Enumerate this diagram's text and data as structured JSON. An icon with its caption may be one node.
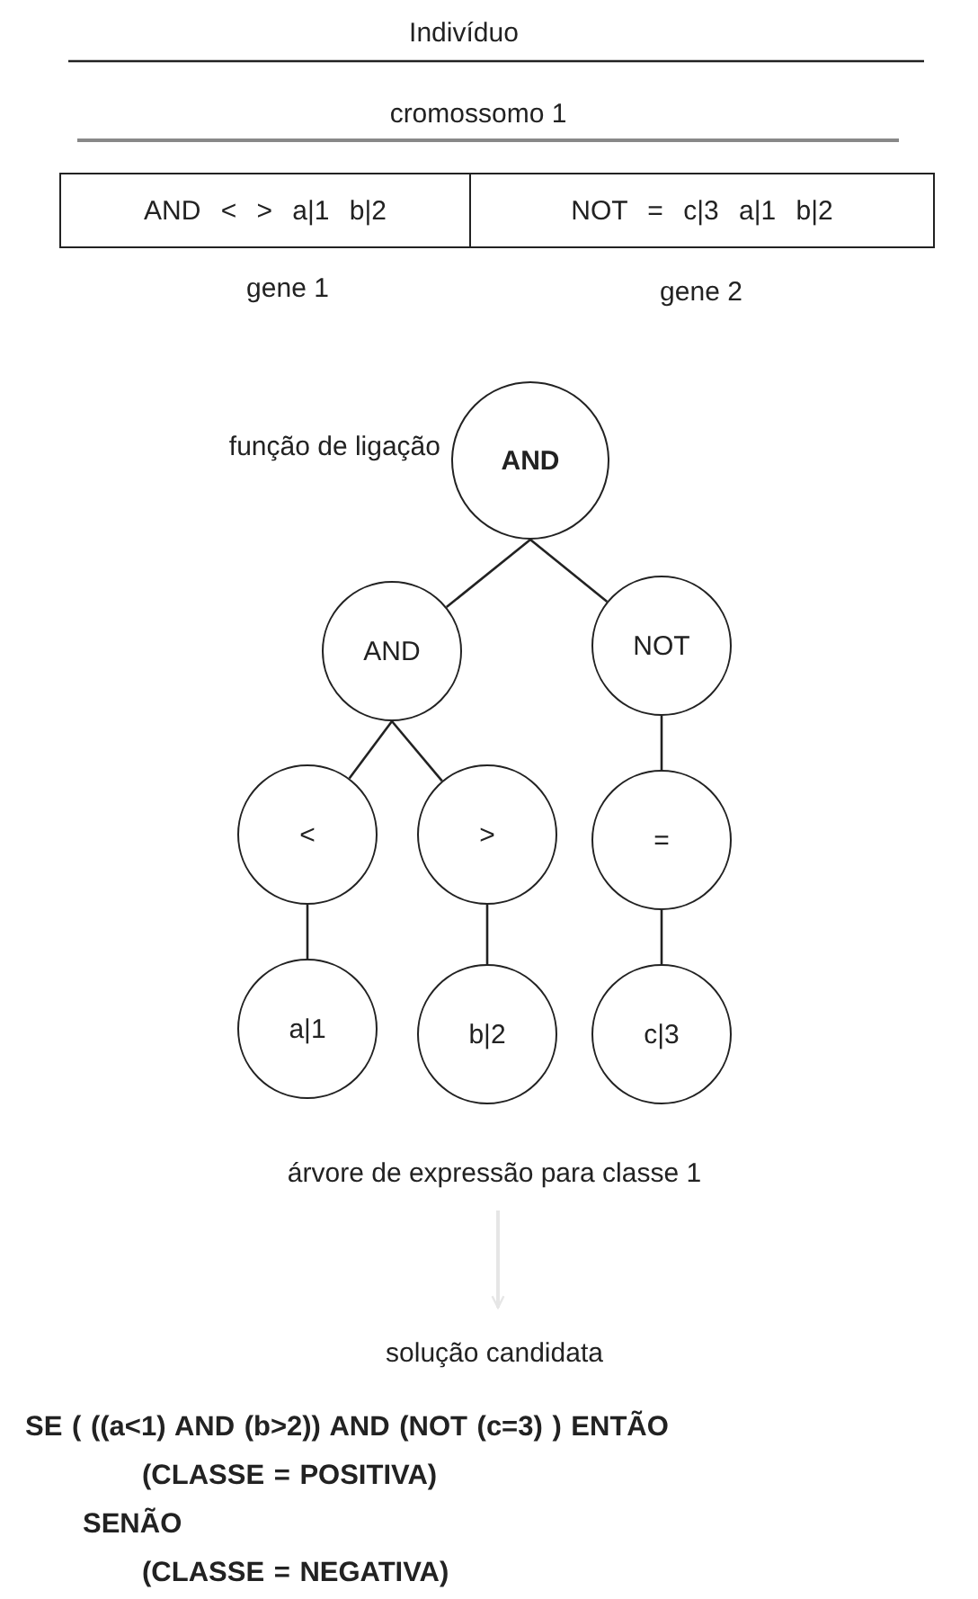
{
  "diagram": {
    "nodes": [
      {
        "text": [
          "AND < > a|1 b|2"
        ],
        "beside": [
          "gene 1"
        ]
      },
      {
        "text": [
          "NOT = c|3 a|1 b|2"
        ],
        "beside": [
          "gene 2"
        ]
      },
      {
        "text": [
          "AND"
        ],
        "beside": [
          "função de ligação"
        ]
      },
      {
        "text": [
          "AND"
        ]
      },
      {
        "text": [
          "NOT"
        ]
      },
      {
        "text": [
          "<"
        ]
      },
      {
        "text": [
          ">"
        ]
      },
      {
        "text": [
          "="
        ]
      },
      {
        "text": [
          "a|1"
        ]
      },
      {
        "text": [
          "b|2"
        ]
      },
      {
        "text": [
          "c|3"
        ]
      },
      {
        "text": [
          "árvore de expressão para classe 1"
        ]
      },
      {
        "text": [
          "solução candidata"
        ]
      }
    ],
    "edges": [
      {
        "from": 2,
        "to": 3,
        "arrow": "none"
      },
      {
        "from": 2,
        "to": 4,
        "arrow": "none"
      },
      {
        "from": 3,
        "to": 5,
        "arrow": "none"
      },
      {
        "from": 3,
        "to": 6,
        "arrow": "none"
      },
      {
        "from": 4,
        "to": 7,
        "arrow": "none"
      },
      {
        "from": 5,
        "to": 8,
        "arrow": "none"
      },
      {
        "from": 6,
        "to": 9,
        "arrow": "none"
      },
      {
        "from": 7,
        "to": 10,
        "arrow": "none"
      },
      {
        "from": 11,
        "to": 12,
        "arrow": "to",
        "color": "#e6e6e6"
      }
    ],
    "labels": [
      "Indivíduo",
      "cromossomo 1",
      "SE ( ((a<1) AND (b>2)) AND (NOT (c=3) ) ENTÃO",
      "(CLASSE = POSITIVA)",
      "SENÃO",
      "(CLASSE = NEGATIVA)"
    ]
  }
}
